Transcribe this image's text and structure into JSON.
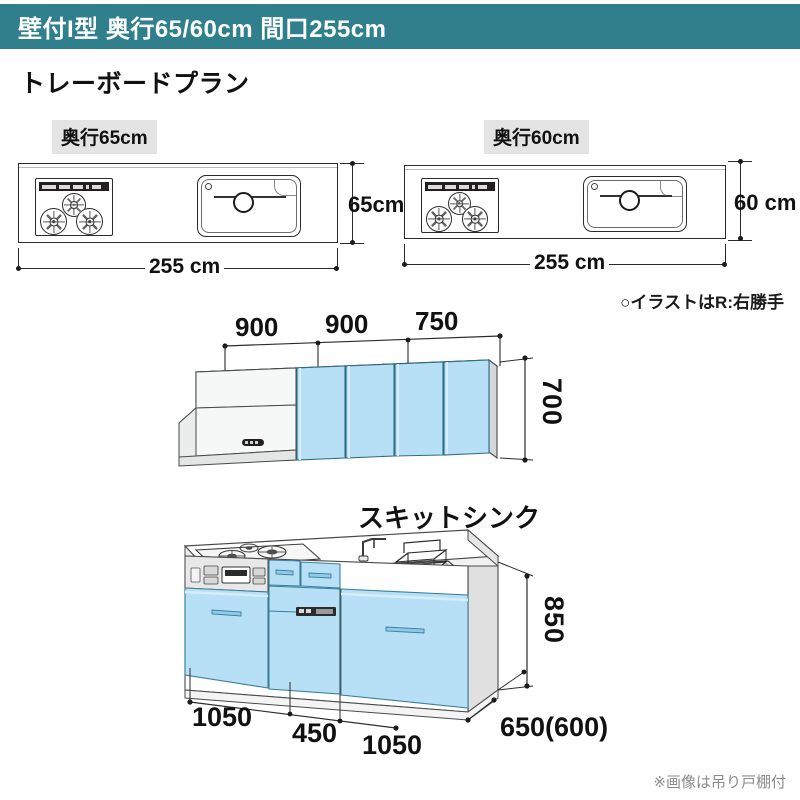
{
  "header": {
    "title": "壁付I型 奥行65/60cm 間口255cm",
    "band_color": "#2f7f8c"
  },
  "plan": {
    "subtitle": "トレーボードプラン",
    "left_depth_chip": "奥行65cm",
    "right_depth_chip": "奥行60cm",
    "left_width_label": "255 cm",
    "left_depth_label": "65cm",
    "right_width_label": "255 cm",
    "right_depth_label": "60 cm",
    "handing_note": "○イラストはR:右勝手"
  },
  "upper_cabinet": {
    "segment_labels": [
      "900",
      "900",
      "750"
    ],
    "height_label": "700"
  },
  "lower_cabinet": {
    "sink_callout": "スキットシンク",
    "height_label": "850",
    "segment_labels": [
      "1050",
      "450",
      "1050"
    ],
    "depth_label": "650(600)"
  },
  "footer": {
    "note": "※画像は吊り戸棚付"
  },
  "colors": {
    "accent_teal": "#2f7f8c",
    "door_blue": "#b7e0f7",
    "door_blue_light": "#cdeafb",
    "panel_gray": "#e9e9e9",
    "outline": "#2b2b2b"
  }
}
